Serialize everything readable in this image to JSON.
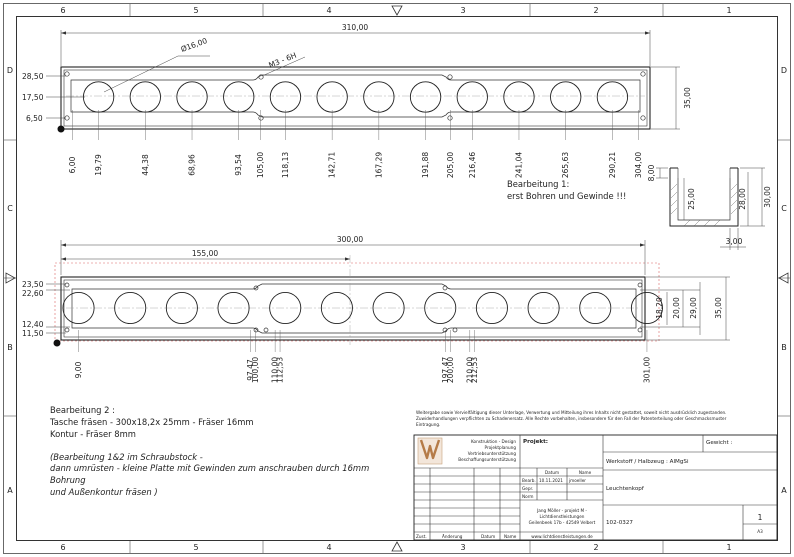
{
  "zones": {
    "top": [
      "6",
      "5",
      "4",
      "3",
      "2",
      "1"
    ],
    "side": [
      "D",
      "C",
      "B",
      "A"
    ]
  },
  "part1": {
    "width_label": "310,00",
    "height_label": "35,00",
    "left_dims": [
      "28,50",
      "17,50",
      "6,50"
    ],
    "hole_label": "Ø16,00",
    "thread_label": "M3 - 6H",
    "x_positions": [
      "6,00",
      "19,79",
      "44,38",
      "68,96",
      "93,54",
      "105,00",
      "118,13",
      "142,71",
      "167,29",
      "191,88",
      "205,00",
      "216,46",
      "241,04",
      "265,63",
      "290,21",
      "304,00"
    ]
  },
  "section": {
    "dims": [
      "8,00",
      "25,00",
      "28,00",
      "30,00",
      "3,00"
    ]
  },
  "note1": {
    "title": "Bearbeitung 1:",
    "line1": "erst Bohren und Gewinde !!!"
  },
  "part2": {
    "overall_label": "300,00",
    "half_label": "155,00",
    "left_dims": [
      "23,50",
      "22,60",
      "12,40",
      "11,50"
    ],
    "right_dims": [
      "18,20",
      "20,00",
      "29,00",
      "35,00"
    ],
    "x_positions": [
      "9,00",
      "97,47",
      "100,00",
      "110,00",
      "112,53",
      "197,47",
      "200,00",
      "210,00",
      "212,53",
      "301,00"
    ]
  },
  "note2": {
    "title": "Bearbeitung 2 :",
    "line1": "Tasche fräsen - 300x18,2x 25mm - Fräser 16mm",
    "line2": "Kontur  - Fräser 8mm",
    "line3": "(Bearbeitung 1&2 im Schraubstock -",
    "line4": "dann umrüsten - kleine Platte mit Gewinden zum anschrauben durch 16mm",
    "line5": "Bohrung",
    "line6": "und Außenkontur fräsen )"
  },
  "titleblock": {
    "copyright1": "Weitergabe sowie Vervielfältigung dieser Unterlage, Verwertung und Mitteilung ihres Inhalts nicht gestattet, soweit nicht ausdrücklich zugestanden.",
    "copyright2": "Zuwiderhandlungen verpflichten zu Schadenersatz. Alle Rechte vorbehalten, insbesondere für den Fall der Patenterteilung oder Geschmacksmuster",
    "copyright3": "Eintragung.",
    "services": [
      "Konstruktion - Design",
      "Projektplanung",
      "Vertriebsunterstützung",
      "Beschaffungsunterstützung"
    ],
    "projekt": "Projekt:",
    "gewicht": "Gewicht :",
    "werkstoff": "Werkstoff / Halbzeug :  AlMgSi",
    "datum": "Datum",
    "name": "Name",
    "bearb": "Bearb.",
    "bearb_date": "10.11.2021",
    "bearb_name": "jmoeller",
    "gepr": "Gepr.",
    "norm": "Norm",
    "title": "Leuchtenkopf",
    "company1": "Jang Möller - projekt M -",
    "company2": "Lichtdienstleistungen",
    "company3": "Geilenbeek 17b - 42549 Velbert",
    "company4": "www.lichtdienstleistungen.de",
    "drawing_no": "102-0327",
    "sheet": "1",
    "format": "A3",
    "rev_headers": [
      "Zust.",
      "Änderung",
      "Datum",
      "Name"
    ]
  }
}
